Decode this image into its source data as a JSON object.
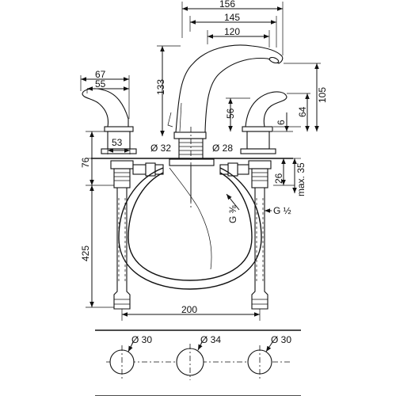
{
  "dimensions": {
    "top_156": "156",
    "top_145": "145",
    "top_120": "120",
    "spout_height": "133",
    "handle_width_67": "67",
    "handle_width_55": "55",
    "handle_height_56": "56",
    "handle_height_64": "64",
    "handle_height_105": "105",
    "handle_offset_6": "6",
    "base_53": "53",
    "dia_32": "Ø 32",
    "dia_28": "Ø 28",
    "height_76": "76",
    "height_26": "26",
    "max_35": "max. 35",
    "hose_length_425": "425",
    "spacing_200": "200",
    "thread_g38": "G ⅜",
    "thread_g12": "G ½",
    "hole_left": "Ø 30",
    "hole_center": "Ø 34",
    "hole_right": "Ø 30"
  }
}
